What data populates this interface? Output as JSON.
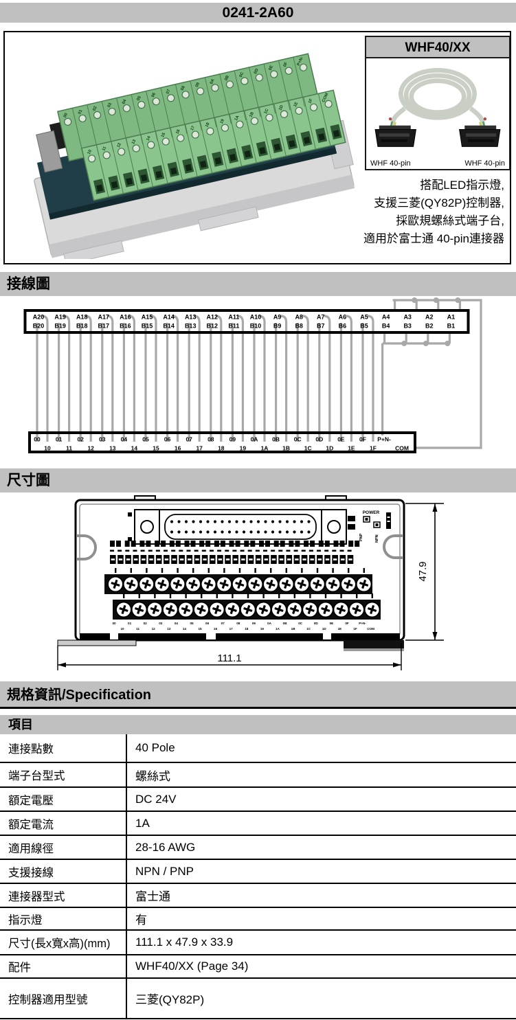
{
  "page": {
    "title": "0241-2A60"
  },
  "product": {
    "accessory": {
      "title": "WHF40/XX",
      "left_connector_label": "WHF 40-pin",
      "right_connector_label": "WHF 40-pin"
    },
    "description_lines": [
      "搭配LED指示燈,",
      "支援三菱(QY82P)控制器,",
      "採歐規螺絲式端子台,",
      "適用於富士通 40-pin連接器"
    ]
  },
  "wiring": {
    "section_title": "接線圖",
    "connector_pins_row_a": [
      "A20",
      "A19",
      "A18",
      "A17",
      "A16",
      "A15",
      "A14",
      "A13",
      "A12",
      "A11",
      "A10",
      "A9",
      "A8",
      "A7",
      "A6",
      "A5",
      "A4",
      "A3",
      "A2",
      "A1"
    ],
    "connector_pins_row_b": [
      "B20",
      "B19",
      "B18",
      "B17",
      "B16",
      "B15",
      "B14",
      "B13",
      "B12",
      "B11",
      "B10",
      "B9",
      "B8",
      "B7",
      "B6",
      "B5",
      "B4",
      "B3",
      "B2",
      "B1"
    ],
    "terminal_row_1": [
      "00",
      "01",
      "02",
      "03",
      "04",
      "05",
      "06",
      "07",
      "08",
      "09",
      "0A",
      "0B",
      "0C",
      "0D",
      "0E",
      "0F",
      "P+N-"
    ],
    "terminal_row_2": [
      "10",
      "11",
      "12",
      "13",
      "14",
      "15",
      "16",
      "17",
      "18",
      "19",
      "1A",
      "1B",
      "1C",
      "1D",
      "1E",
      "1F",
      "COM"
    ]
  },
  "dimension": {
    "section_title": "尺寸圖",
    "width_mm": "111.1",
    "height_mm": "47.9",
    "power_label": "POWER",
    "pnp_label": "PNP",
    "npn_label": "NPN"
  },
  "spec": {
    "section_title": "規格資訊/Specification",
    "items_header": "項目",
    "rows": [
      {
        "label": "連接點數",
        "value": "40 Pole"
      },
      {
        "label": "端子台型式",
        "value": "螺絲式"
      },
      {
        "label": "額定電壓",
        "value": "DC 24V"
      },
      {
        "label": "額定電流",
        "value": "1A"
      },
      {
        "label": "適用線徑",
        "value": "28-16 AWG"
      },
      {
        "label": "支援接線",
        "value": "NPN / PNP"
      },
      {
        "label": "連接器型式",
        "value": "富士通"
      },
      {
        "label": "指示燈",
        "value": "有"
      },
      {
        "label": "尺寸(長x寬x高)(mm)",
        "value": "111.1 x 47.9 x 33.9"
      },
      {
        "label": "配件",
        "value": "WHF40/XX (Page 34)"
      },
      {
        "label": "控制器適用型號",
        "value": "三菱(QY82P)"
      }
    ]
  },
  "colors": {
    "bar_gray": "#c0c0c0",
    "wire_gray": "#a8a8a8",
    "terminal_green": "#7eb981",
    "pcb_teal": "#1f3e47",
    "cable_gray": "#c9cfc5"
  }
}
